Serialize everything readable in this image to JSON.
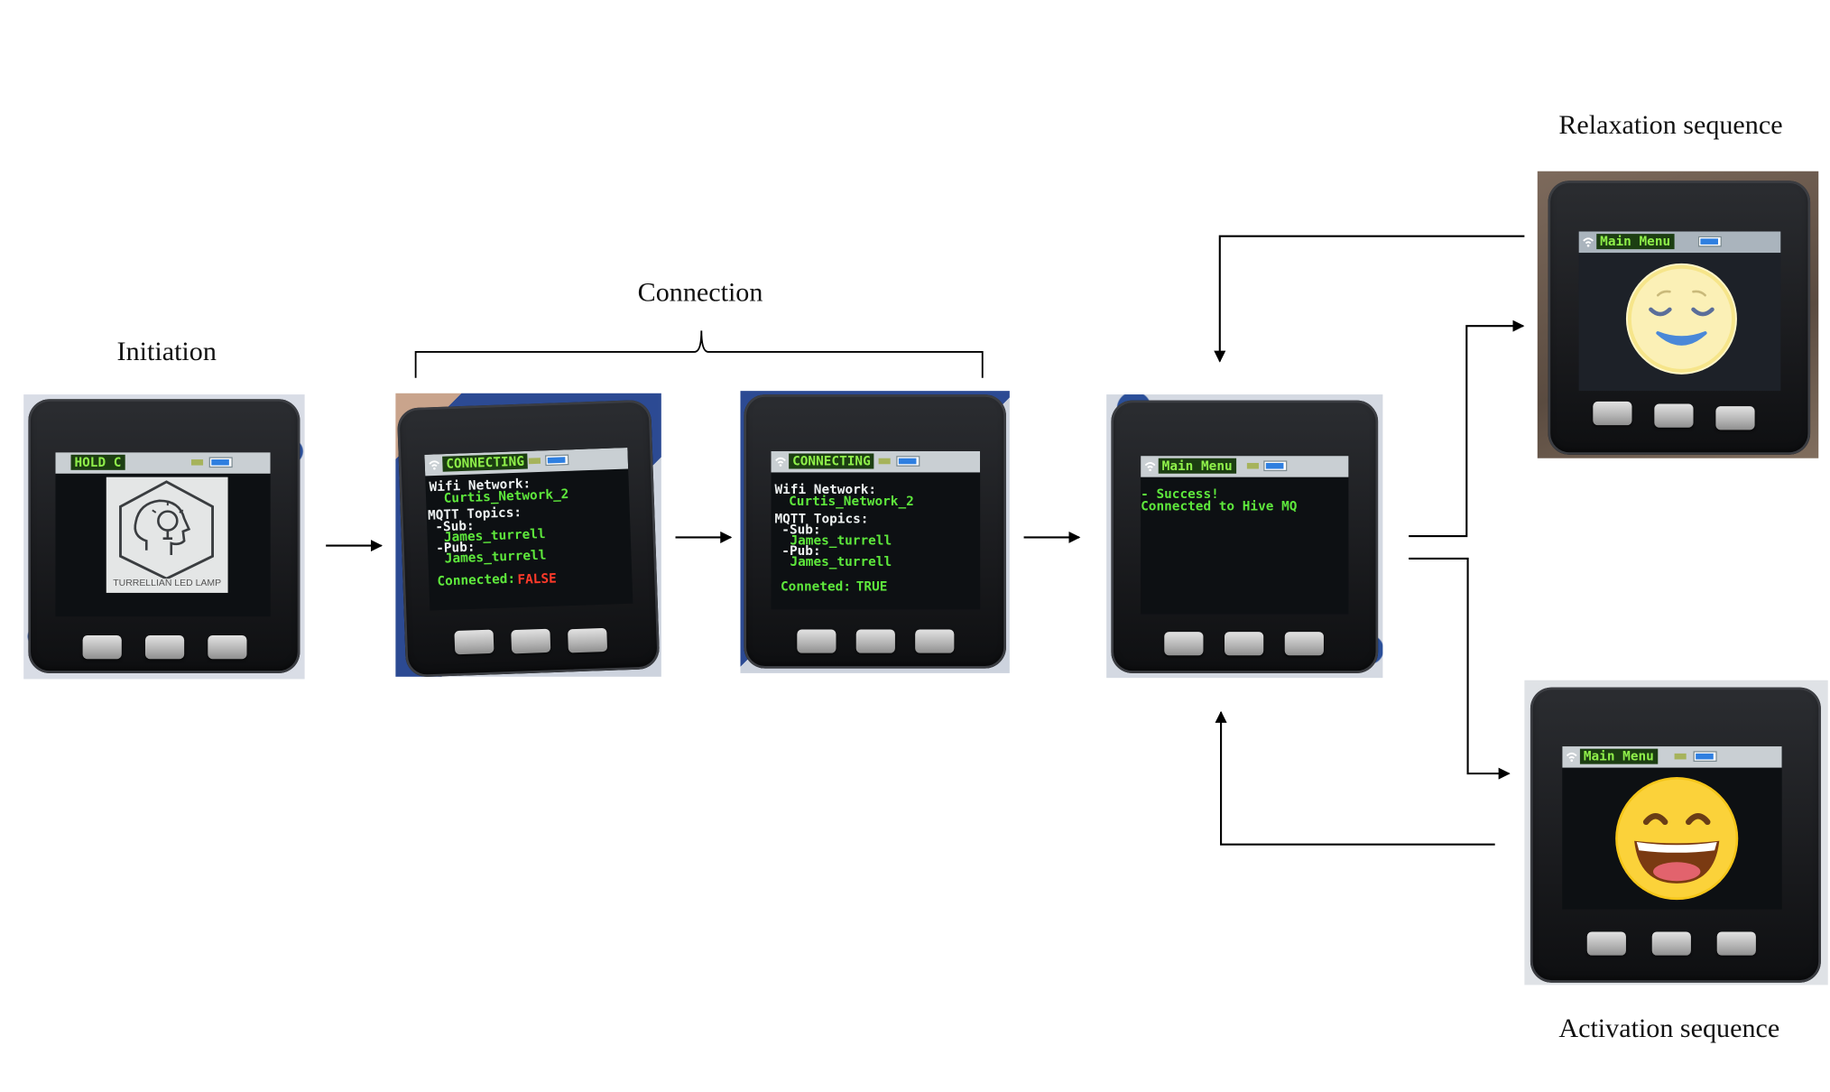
{
  "labels": {
    "initiation": "Initiation",
    "connection": "Connection",
    "relaxation": "Relaxation sequence",
    "activation": "Activation sequence"
  },
  "screens": {
    "initiation": {
      "title": "HOLD C",
      "logo_caption": "TURRELLIAN LED LAMP",
      "logo_icon": "head-lightbulb-hexagon-icon"
    },
    "connecting_false": {
      "title": "CONNECTING",
      "wifi_label": "Wifi Network:",
      "wifi_value": "Curtis_Network_2",
      "mqtt_label": "MQTT Topics:",
      "sub_label": "-Sub:",
      "sub_value": "James_turrell",
      "pub_label": "-Pub:",
      "pub_value": "James_turrell",
      "status_label": "Connected:",
      "status_value": "FALSE"
    },
    "connecting_true": {
      "title": "CONNECTING",
      "wifi_label": "Wifi Network:",
      "wifi_value": "Curtis_Network_2",
      "mqtt_label": "MQTT Topics:",
      "sub_label": "-Sub:",
      "sub_value": "James_turrell",
      "pub_label": "-Pub:",
      "pub_value": "James_turrell",
      "status_label": "Conneted:",
      "status_value": "TRUE"
    },
    "main_menu": {
      "title": "Main Menu",
      "line1": "- Success!",
      "line2": "Connected to Hive MQ"
    },
    "relaxation": {
      "title": "Main Menu",
      "face_icon": "relieved-face-icon"
    },
    "activation": {
      "title": "Main Menu",
      "face_icon": "grinning-face-icon"
    }
  },
  "colors": {
    "screen_green_text": "#5ee83c",
    "false_red": "#ff3a2a",
    "battery_blue": "#2f7fe0",
    "status_bar": "#c9cfd3",
    "title_bg": "#1c3e12"
  }
}
